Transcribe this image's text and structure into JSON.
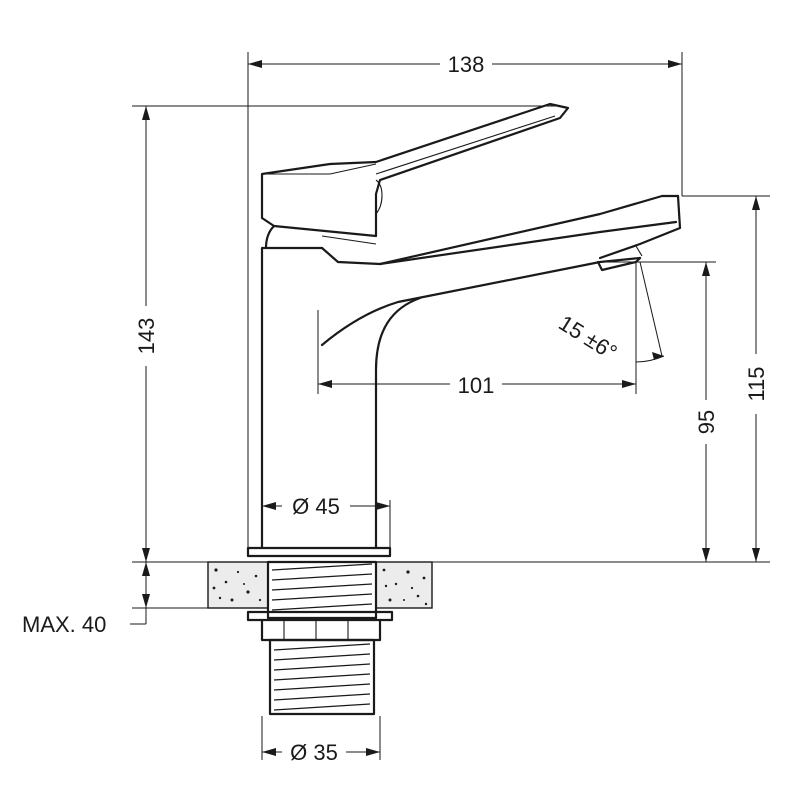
{
  "dimensions": {
    "overall_width": "138",
    "overall_height": "143",
    "spout_height": "115",
    "outlet_clearance": "95",
    "spout_reach": "101",
    "body_diameter": "Ø 45",
    "thread_diameter": "Ø 35",
    "max_countertop": "MAX. 40",
    "outlet_angle": "15 ±6°"
  }
}
